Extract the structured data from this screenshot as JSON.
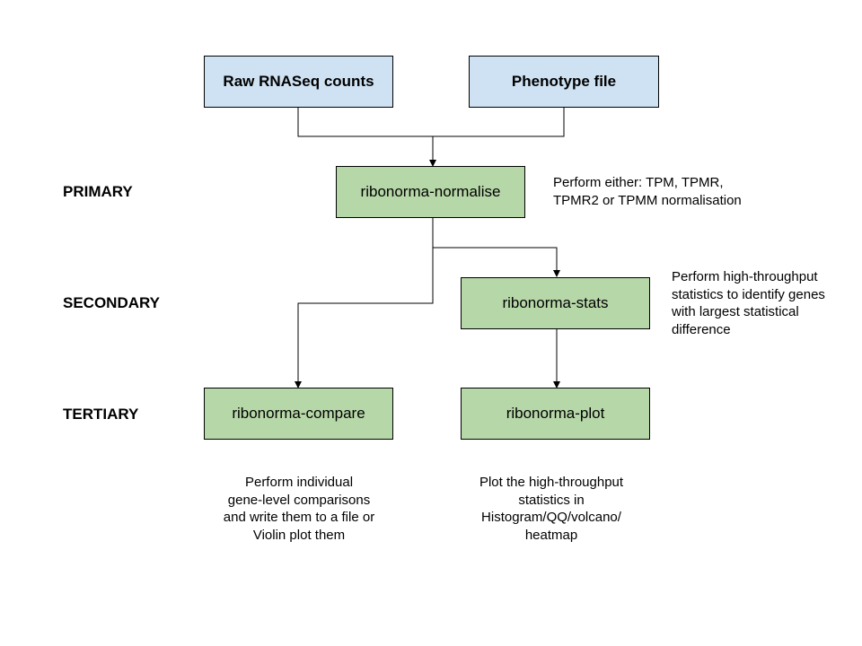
{
  "inputs": {
    "raw_counts": "Raw RNASeq counts",
    "phenotype": "Phenotype file"
  },
  "stages": {
    "primary": "PRIMARY",
    "secondary": "SECONDARY",
    "tertiary": "TERTIARY"
  },
  "tools": {
    "normalise": "ribonorma-normalise",
    "stats": "ribonorma-stats",
    "compare": "ribonorma-compare",
    "plot": "ribonorma-plot"
  },
  "notes": {
    "normalise": [
      "Perform either: TPM, TPMR,",
      "TPMR2 or TPMM normalisation"
    ],
    "stats": [
      "Perform high-throughput",
      "statistics to identify genes",
      "with largest statistical",
      "difference"
    ],
    "compare": [
      "Perform individual",
      "gene-level comparisons",
      "and write them to a file or",
      "Violin plot them"
    ],
    "plot": [
      "Plot the high-throughput",
      "statistics in",
      "Histogram/QQ/volcano/",
      "heatmap"
    ]
  },
  "colors": {
    "input_fill": "#cfe2f3",
    "process_fill": "#b6d7a8",
    "line": "#000000"
  }
}
